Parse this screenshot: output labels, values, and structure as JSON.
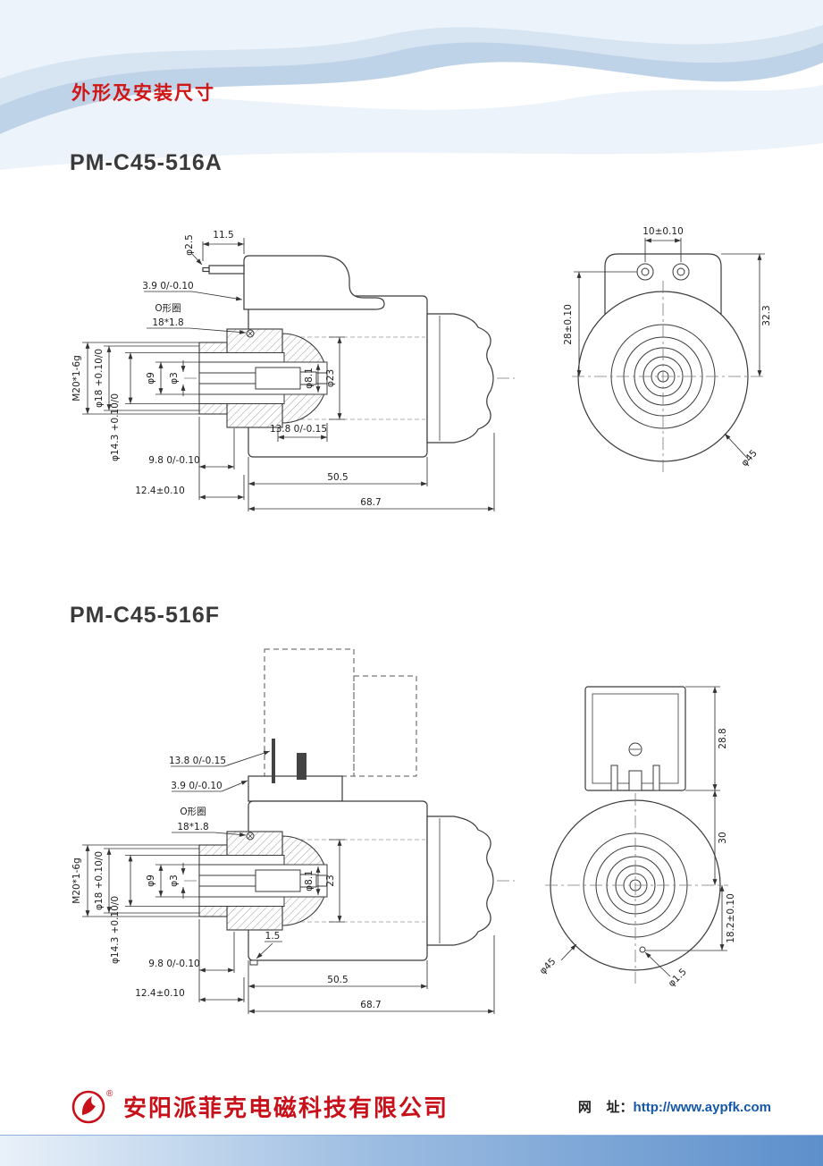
{
  "page": {
    "title": "外形及安装尺寸"
  },
  "sections": {
    "a": "PM-C45-516A",
    "f": "PM-C45-516F"
  },
  "a_side": {
    "pin_dia": "φ2.5",
    "pin_len": "11.5",
    "step": "3.9 0/-0.10",
    "oring": "O形圈",
    "oring_size": "18*1.8",
    "thread": "M20*1-6g",
    "d18": "φ18 +0.10/0",
    "d143": "φ14.3 +0.10/0",
    "d9": "φ9",
    "d3": "φ3",
    "d81": "φ8.1",
    "d23": "φ23",
    "depth": "13.8 0/-0.15",
    "l98": "9.8 0/-0.10",
    "l124": "12.4±0.10",
    "l505": "50.5",
    "l687": "68.7"
  },
  "a_front": {
    "pitch": "10±0.10",
    "h28": "28±0.10",
    "h323": "32.3",
    "d45": "φ45"
  },
  "f_side": {
    "depth": "13.8 0/-0.15",
    "step": "3.9 0/-0.10",
    "oring": "O形圈",
    "oring_size": "18*1.8",
    "thread": "M20*1-6g",
    "d18": "φ18 +0.10/0",
    "d143": "φ14.3 +0.10/0",
    "d9": "φ9",
    "d3": "φ3",
    "d81": "φ8.1",
    "d23": "23",
    "g15": "1.5",
    "l98": "9.8 0/-0.10",
    "l124": "12.4±0.10",
    "l505": "50.5",
    "l687": "68.7"
  },
  "f_front": {
    "h288": "28.8",
    "h30": "30",
    "h182": "18.2±0.10",
    "d45": "φ45",
    "d15": "φ1.5"
  },
  "footer": {
    "company": "安阳派菲克电磁科技有限公司",
    "reg": "®",
    "web_label": "网    址：",
    "url": "http://www.aypfk.com"
  }
}
